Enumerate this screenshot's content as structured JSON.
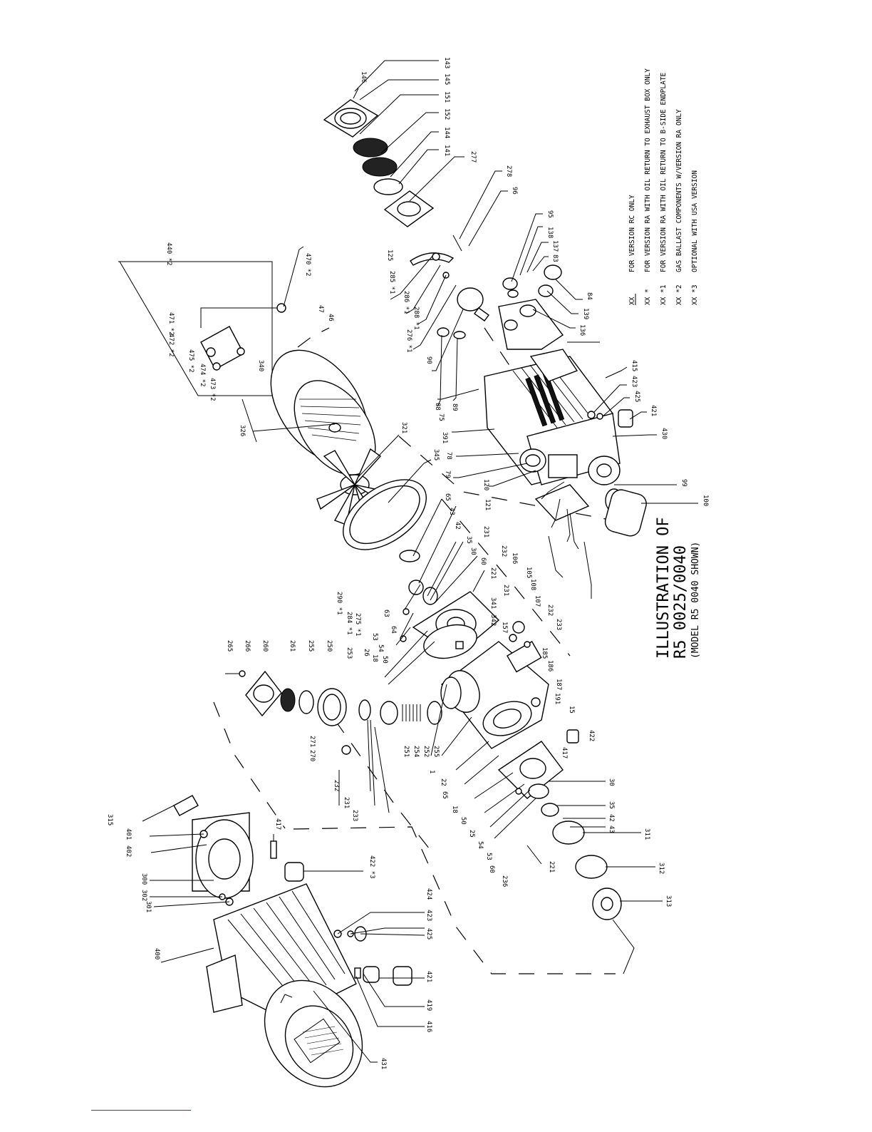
{
  "diagram": {
    "title_line1": "ILLUSTRATION OF",
    "title_line2": "R5 0025/0040",
    "title_line3": "(MODEL R5 0040 SHOWN)",
    "legend": [
      {
        "key": "XX",
        "text": "FOR VERSION RC ONLY"
      },
      {
        "key": "XX *",
        "text": "FOR VERSION RA WITH OIL RETURN TO EXHAUST BOX ONLY"
      },
      {
        "key": "XX *1",
        "text": "FOR VERSION RA WITH OIL RETURN TO B-SIDE ENDPLATE"
      },
      {
        "key": "XX *2",
        "text": "GAS BALLAST COMPONENTS W/VERSION RA ONLY"
      },
      {
        "key": "XX *3",
        "text": "OPTIONAL WITH USA VERSION"
      }
    ],
    "part_labels": {
      "p143": "143",
      "p146": "146",
      "p145": "145",
      "p151": "151",
      "p152": "152",
      "p144": "144",
      "p141": "141",
      "p277": "277",
      "p278": "278",
      "p96": "96",
      "p95": "95",
      "p138": "138",
      "p137": "137",
      "p83": "83",
      "p84": "84",
      "p139": "139",
      "p136": "136",
      "p415": "415",
      "p423": "423",
      "p425": "425",
      "p421": "421",
      "p430": "430",
      "p99": "99",
      "p100": "100",
      "p440": "440 *2",
      "p470": "470 *2",
      "p471": "471 *2",
      "p472": "472 *2",
      "p475": "475 *2",
      "p474": "474 *2",
      "p473": "473 *2",
      "p125": "125",
      "p285": "285 *1",
      "p286": "286 *1",
      "p288": "288 *1",
      "p276": "276 *1",
      "p90": "90",
      "p88": "88",
      "p89": "89",
      "p47": "47",
      "p46": "46",
      "p340": "340",
      "p326": "326",
      "p321": "321",
      "p345": "345",
      "p75": "75",
      "p391": "391",
      "p78": "78",
      "p79": "79",
      "p120": "120",
      "p121": "121",
      "p231a": "231",
      "p232a": "232",
      "p106": "106",
      "p105": "105",
      "p108": "108",
      "p107": "107",
      "p232b": "232",
      "p233": "233",
      "p65a": "65",
      "p43a": "43",
      "p42a": "42",
      "p35a": "35",
      "p30a": "30",
      "p60a": "60",
      "p221": "221",
      "p231b": "231",
      "p341": "341",
      "p342": "342",
      "p157": "157",
      "p185": "185",
      "p186": "186",
      "p187": "187",
      "p191": "191",
      "p15": "15",
      "p290": "290 *1",
      "p284": "284 *1",
      "p275": "275 *1",
      "p26": "26",
      "p18a": "18",
      "p50a": "50",
      "p63": "63",
      "p64": "64",
      "p53a": "53",
      "p54a": "54",
      "p265": "265",
      "p266": "266",
      "p260": "260",
      "p261": "261",
      "p255a": "255",
      "p250": "250",
      "p253a": "253",
      "p251": "251",
      "p254": "254",
      "p252": "252",
      "p255b": "255",
      "p271": "271",
      "p270": "270",
      "p232c": "232",
      "p231c": "231",
      "p233b": "233",
      "p1": "1",
      "p22": "22",
      "p65b": "65",
      "p18b": "18",
      "p50b": "50",
      "p25": "25",
      "p54b": "54",
      "p53b": "53",
      "p60b": "60",
      "p422a": "422",
      "p417a": "417",
      "p30b": "30",
      "p35b": "35",
      "p42b": "42",
      "p43b": "43",
      "p311": "311",
      "p312": "312",
      "p313": "313",
      "p221b": "221",
      "p236": "236",
      "p315": "315",
      "p401": "401",
      "p402": "402",
      "p300": "300",
      "p302": "302",
      "p301": "301",
      "p417b": "417",
      "p422b": "422 *3",
      "p400": "400",
      "p424": "424",
      "p423b": "423",
      "p425b": "425",
      "p421b": "421",
      "p419": "419",
      "p416": "416",
      "p431": "431"
    }
  }
}
